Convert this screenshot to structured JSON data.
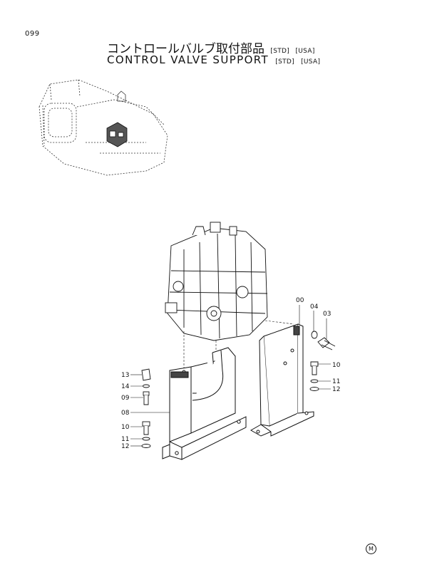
{
  "page_number": "099",
  "title_jp": "コントロールバルブ取付部品",
  "title_en": "CONTROL VALVE SUPPORT",
  "spec_tags": [
    "[STD]",
    "[USA]"
  ],
  "part_callouts": [
    "00",
    "04",
    "03",
    "10",
    "11",
    "12",
    "13",
    "14",
    "09",
    "08",
    "10",
    "11",
    "12"
  ],
  "mark_symbol": "M"
}
